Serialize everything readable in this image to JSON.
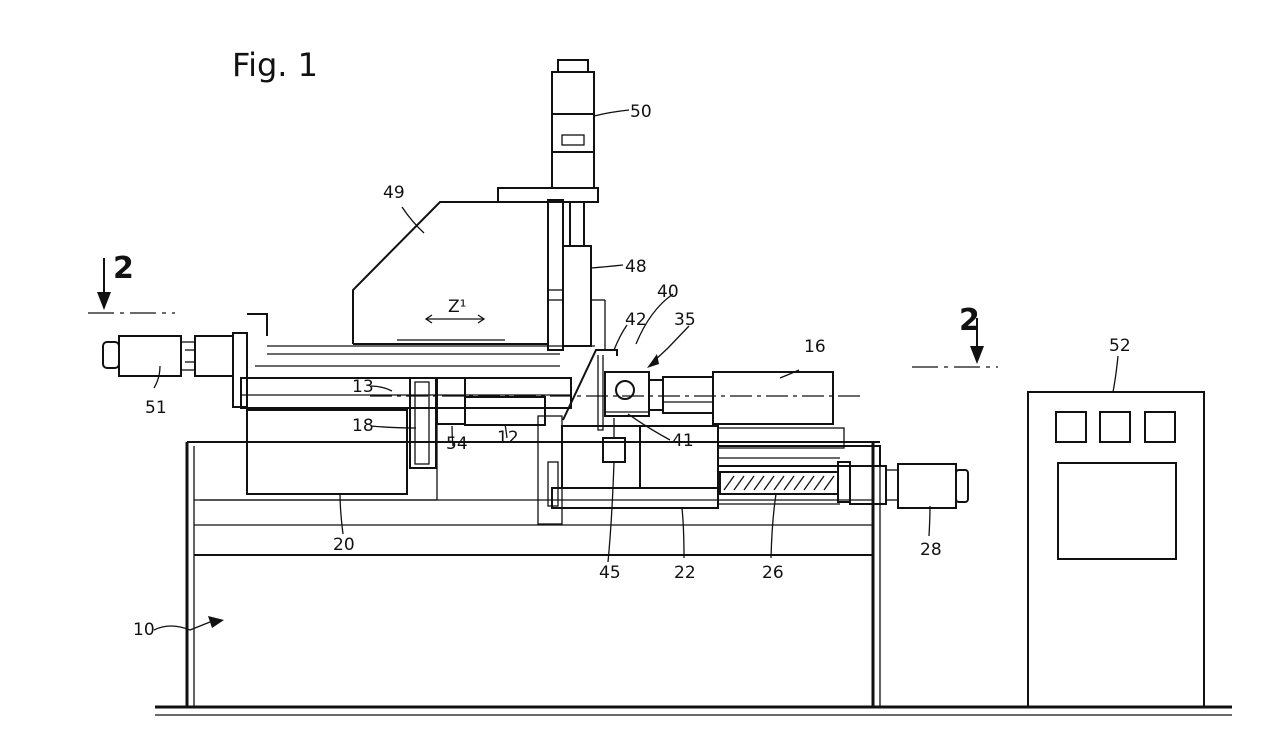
{
  "figure": {
    "title": "Fig. 1",
    "section_marks": [
      "2",
      "2"
    ],
    "motion_label": "Z¹",
    "labels": {
      "l10": "10",
      "l12": "12",
      "l13": "13",
      "l16": "16",
      "l18": "18",
      "l20": "20",
      "l22": "22",
      "l26": "26",
      "l28": "28",
      "l35": "35",
      "l40": "40",
      "l41": "41",
      "l42": "42",
      "l45": "45",
      "l48": "48",
      "l49": "49",
      "l50": "50",
      "l51": "51",
      "l52": "52",
      "l54": "54"
    }
  }
}
